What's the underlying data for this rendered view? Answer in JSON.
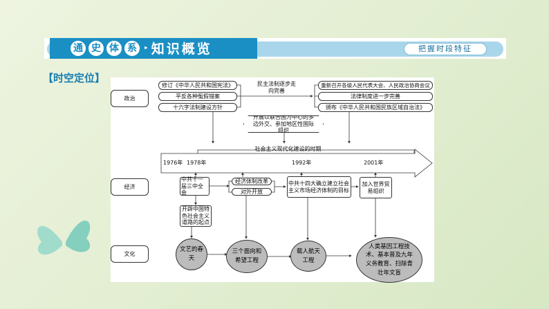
{
  "banner": {
    "chars": [
      "通",
      "史",
      "体",
      "系"
    ],
    "title": "知识概览",
    "tag": "把握时段特征"
  },
  "section_label": "【时空定位】",
  "rows": {
    "politics": "政治",
    "economy": "经济",
    "culture": "文化"
  },
  "politics": {
    "left": [
      "修订《中华人民共和国宪法》",
      "平反各种冤假错案",
      "十六字法制建设方针"
    ],
    "middle": "民主法制逐步走向完善",
    "right": [
      "重新召开各级人民代表大会、人民政治协商会议",
      "法律制度进一步完善",
      "颁布《中华人民共和国民族区域自治法》"
    ]
  },
  "diplomacy": "开展以联合国为中心的多边外交、参加地区性国际组织",
  "period": "社会主义现代化建设的时期",
  "years": [
    "1976年",
    "1978年",
    "1992年",
    "2001年"
  ],
  "economy": {
    "plenum": "中共十一届三中全会",
    "path": "开辟中国特色社会主义道路的起点",
    "reform": "经济体制改革",
    "opening": "对外开放",
    "fourteenth": "中共十四大确立建立社会主义市场经济体制的目标",
    "wto": "加入世界贸易组织"
  },
  "culture": [
    "文艺的春天",
    "三个面向和希望工程",
    "载人航天工程",
    "人类基因工程技术、基本普及九年义务教育、扫除青壮年文盲"
  ]
}
